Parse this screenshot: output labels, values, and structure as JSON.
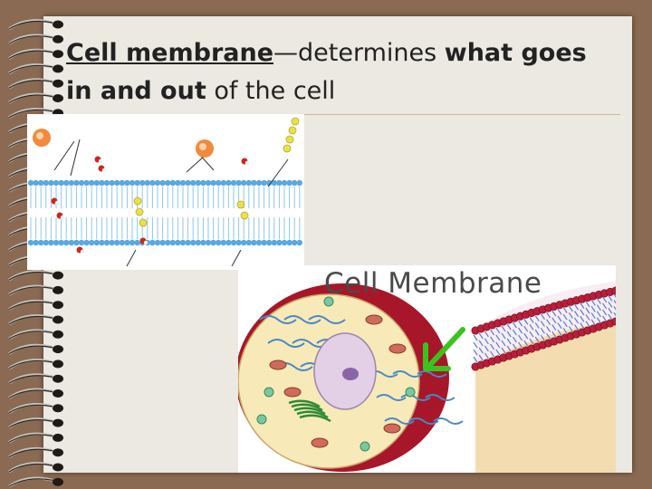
{
  "slide": {
    "title_parts": {
      "term": "Cell membrane",
      "dash": "—",
      "text1": "determines ",
      "bold1": "what goes",
      "bold2": "in and out",
      "text2": " of the cell"
    }
  },
  "figure_cell": {
    "label": "Cell Membrane"
  },
  "colors": {
    "page_bg": "#8a6a52",
    "slide_bg": "#ece8e2",
    "membrane_blue": "#5aa8e0",
    "cell_red": "#a8162a",
    "arrow_green": "#3cc21e"
  }
}
